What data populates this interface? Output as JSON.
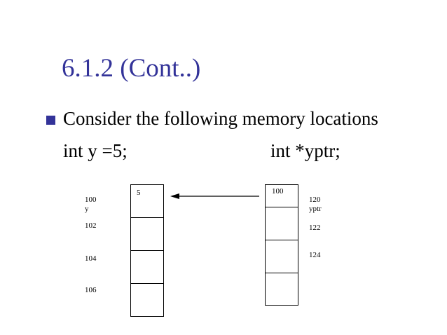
{
  "slide": {
    "title": "6.1.2 (Cont..)",
    "bullet_text": "Consider the following memory locations",
    "decl_y": "int y =5;",
    "decl_ptr": "int  *yptr;"
  },
  "colors": {
    "title": "#333399",
    "bullet": "#333399",
    "text": "#000000"
  },
  "memory_left": {
    "cells": [
      {
        "value": "5"
      },
      {
        "value": ""
      },
      {
        "value": ""
      },
      {
        "value": ""
      }
    ],
    "address_labels": [
      {
        "address": "100",
        "name": "y"
      },
      {
        "address": "102",
        "name": ""
      },
      {
        "address": "104",
        "name": ""
      },
      {
        "address": "106",
        "name": ""
      }
    ]
  },
  "memory_right": {
    "cells": [
      {
        "value": "100"
      },
      {
        "value": ""
      },
      {
        "value": ""
      },
      {
        "value": ""
      }
    ],
    "address_labels": [
      {
        "address": "120",
        "name": "yptr"
      },
      {
        "address": "122",
        "name": ""
      },
      {
        "address": "124",
        "name": ""
      }
    ]
  }
}
